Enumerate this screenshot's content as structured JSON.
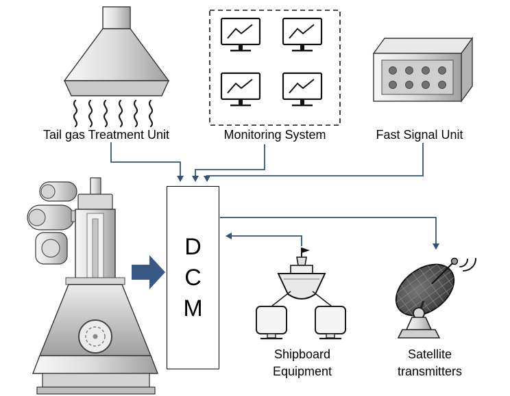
{
  "colors": {
    "connector": "#31507e",
    "block_arrow": "#3a5886",
    "outline": "#111111",
    "text": "#000000"
  },
  "nodes": {
    "tail_gas": {
      "label": "Tail gas Treatment Unit",
      "icon": "exhaust-hood-icon"
    },
    "monitoring": {
      "label": "Monitoring System",
      "icon": "monitor-grid-icon"
    },
    "fast_signal": {
      "label": "Fast Signal Unit",
      "icon": "signal-unit-box-icon"
    },
    "engine": {
      "icon": "marine-engine-icon"
    },
    "dcm": {
      "letters": [
        "D",
        "C",
        "M"
      ]
    },
    "shipboard": {
      "label_lines": [
        "Shipboard",
        "Equipment"
      ],
      "icon": "ship-icon"
    },
    "satellite": {
      "label_lines": [
        "Satellite",
        "transmitters"
      ],
      "icon": "satellite-dish-icon"
    }
  },
  "edges": [
    {
      "from": "tail-gas-treatment-unit",
      "to": "dcm"
    },
    {
      "from": "monitoring-system",
      "to": "dcm"
    },
    {
      "from": "fast-signal-unit",
      "to": "dcm"
    },
    {
      "from": "engine",
      "to": "dcm"
    },
    {
      "from": "shipboard-equipment",
      "to": "dcm"
    },
    {
      "from": "dcm",
      "to": "satellite-transmitters"
    }
  ]
}
